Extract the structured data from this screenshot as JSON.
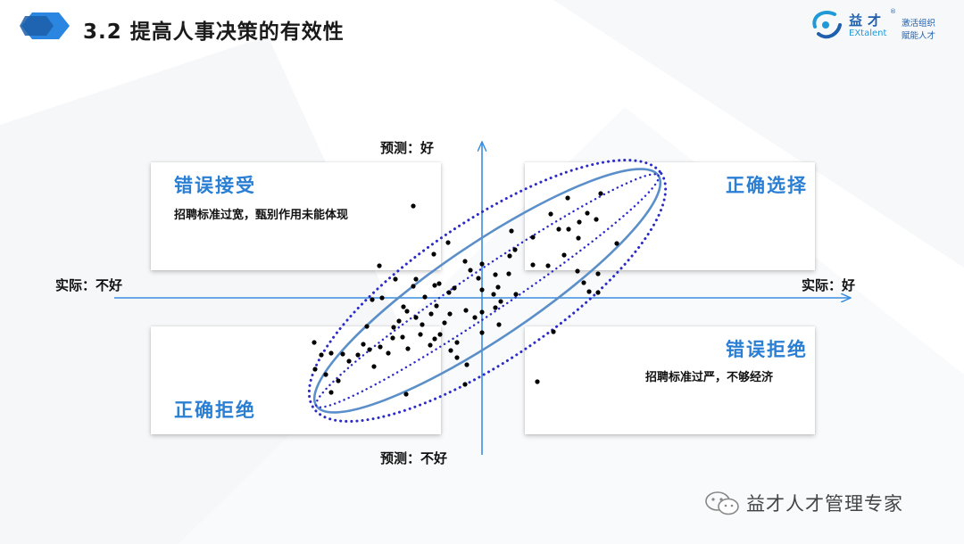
{
  "header": {
    "title": "3.2 提高人事决策的有效性"
  },
  "logo": {
    "name_cn": "益才",
    "reg_mark": "®",
    "name_en": "EXtalent",
    "slogan_line1": "激活组织",
    "slogan_line2": "赋能人才"
  },
  "axes": {
    "y_top": "预测：好",
    "y_bottom": "预测：不好",
    "x_left": "实际：不好",
    "x_right": "实际：好"
  },
  "quadrants": {
    "top_left": {
      "title": "错误接受",
      "desc": "招聘标准过宽，甄别作用未能体现"
    },
    "top_right": {
      "title": "正确选择"
    },
    "bottom_left": {
      "title": "正确拒绝"
    },
    "bottom_right": {
      "title": "错误拒绝",
      "desc": "招聘标准过严，不够经济"
    }
  },
  "watermark": {
    "text": "益才人才管理专家"
  },
  "colors": {
    "axis": "#3a8ee0",
    "ellipse_solid": "#5b8fc9",
    "ellipse_dotted": "#2b2bc8",
    "quadrant_title": "#2a7fd4",
    "dot": "#000000"
  }
}
